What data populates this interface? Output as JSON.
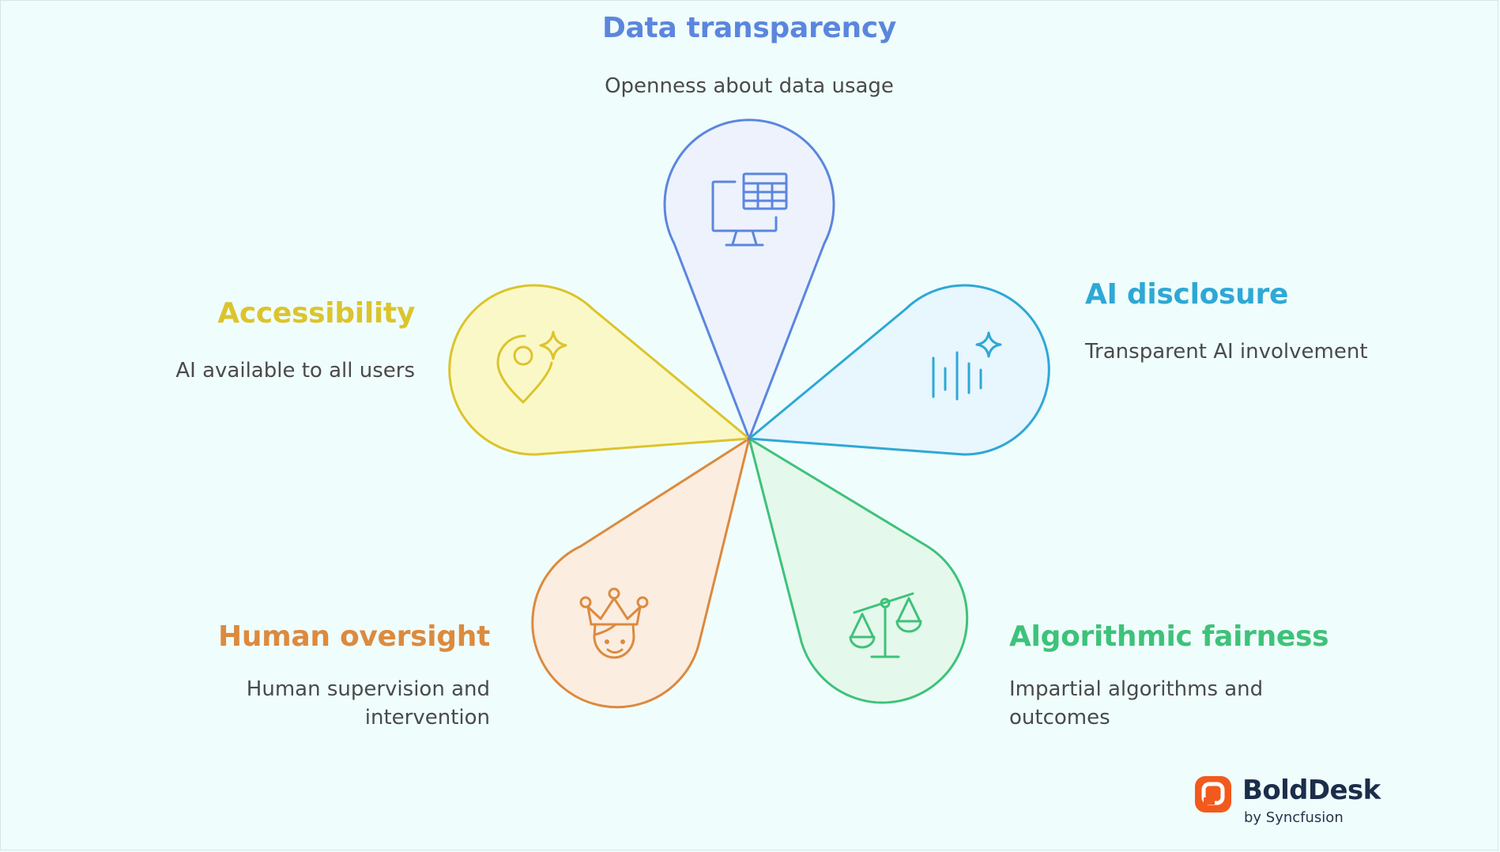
{
  "colors": {
    "background": "#effdfc",
    "data_transparency": "#5b86dd",
    "ai_disclosure": "#2ea8d5",
    "algorithmic_fairness": "#3ec27a",
    "human_oversight": "#dc8a3e",
    "accessibility": "#dcc42c",
    "brand": "#f25a1d"
  },
  "nodes": {
    "data_transparency": {
      "title": "Data transparency",
      "description": "Openness about data usage",
      "icon": "computer-table-icon"
    },
    "ai_disclosure": {
      "title": "AI disclosure",
      "description": "Transparent AI involvement",
      "icon": "ai-voice-icon"
    },
    "algorithmic_fairness": {
      "title": "Algorithmic fairness",
      "description": "Impartial algorithms and outcomes",
      "icon": "scales-icon"
    },
    "human_oversight": {
      "title": "Human oversight",
      "description": "Human supervision and intervention",
      "icon": "crown-person-icon"
    },
    "accessibility": {
      "title": "Accessibility",
      "description": "AI available to all users",
      "icon": "location-sparkle-icon"
    }
  },
  "brand": {
    "name": "BoldDesk",
    "byline": "by Syncfusion",
    "icon": "bolddesk-logo-icon"
  }
}
